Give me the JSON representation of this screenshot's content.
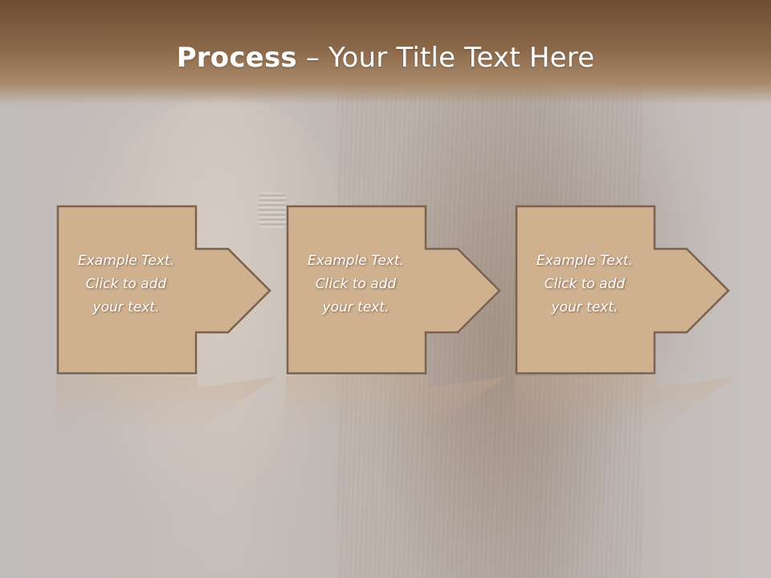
{
  "slide": {
    "title_strong": "Process",
    "title_rest": " – Your Title Text Here",
    "steps": [
      {
        "text": "Example Text.\nClick  to add\nyour text."
      },
      {
        "text": "Example Text.\nClick  to add\nyour text."
      },
      {
        "text": "Example Text.\nClick  to add\nyour text."
      }
    ]
  },
  "colors": {
    "header": "#8a6648",
    "box_fill": "#cfb08f",
    "box_border": "#7a624e",
    "text": "#ffffff"
  }
}
